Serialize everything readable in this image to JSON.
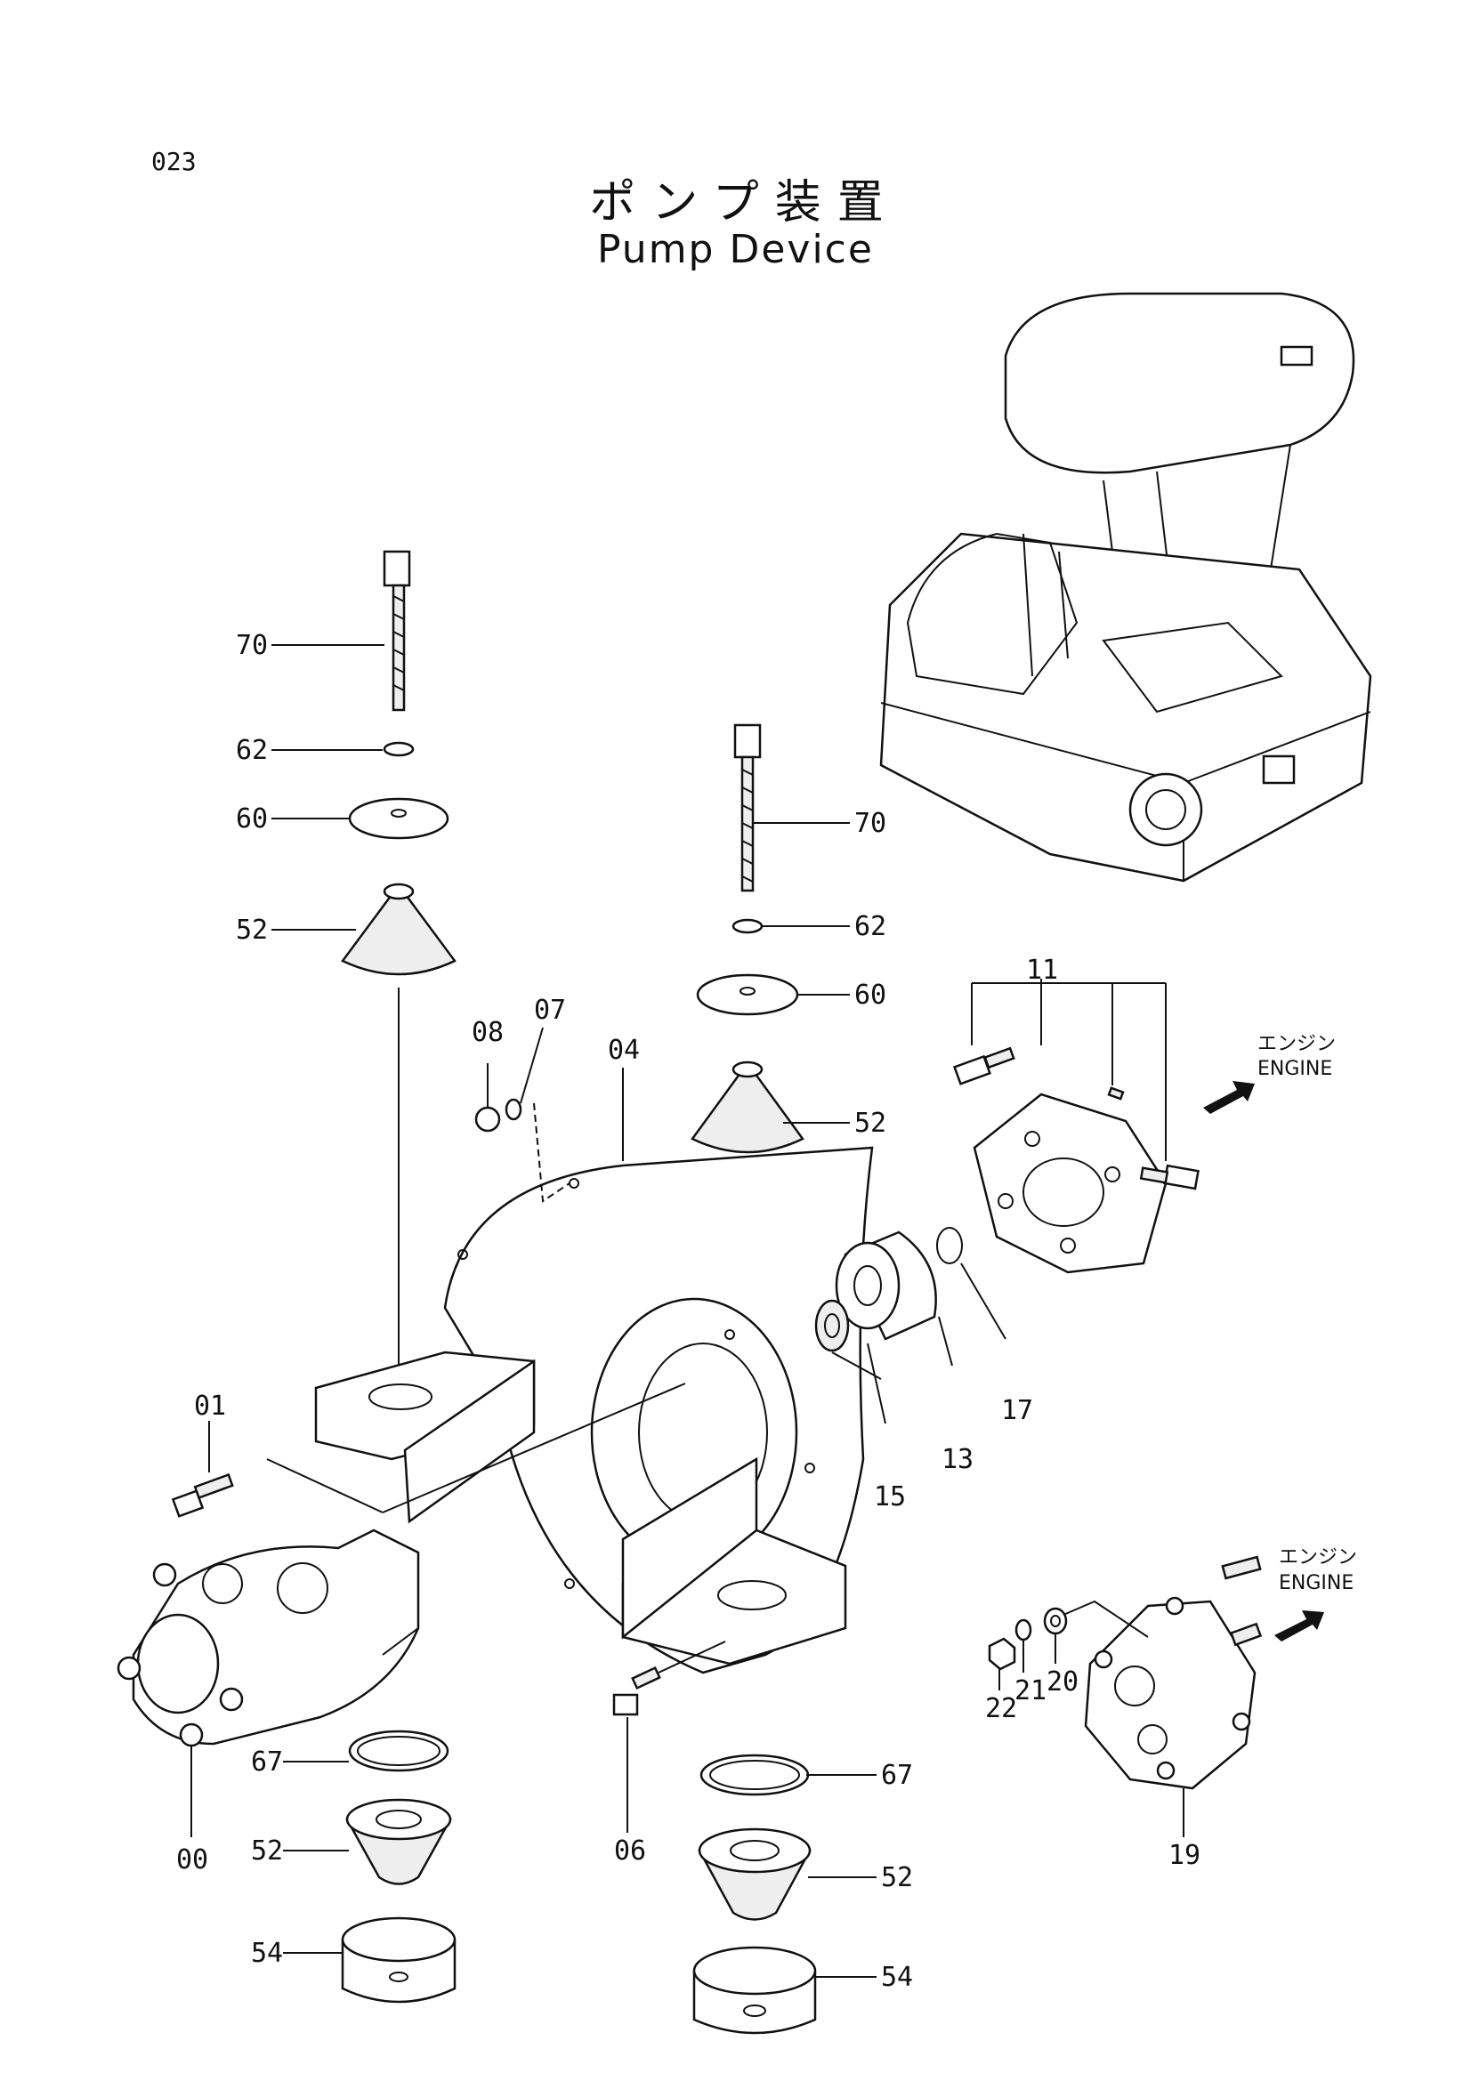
{
  "page": {
    "number": "023"
  },
  "title": {
    "ja": "ポンプ装置",
    "en": "Pump Device"
  },
  "direction_labels": [
    {
      "ja": "エンジン",
      "en": "ENGINE"
    },
    {
      "ja": "エンジン",
      "en": "ENGINE"
    }
  ],
  "callouts": {
    "c70a": "70",
    "c62a": "62",
    "c60a": "60",
    "c52a": "52",
    "c70b": "70",
    "c62b": "62",
    "c60b": "60",
    "c52b": "52",
    "c08": "08",
    "c07": "07",
    "c04": "04",
    "c11": "11",
    "c17": "17",
    "c13": "13",
    "c15": "15",
    "c01": "01",
    "c00": "00",
    "c67a": "67",
    "c52c": "52",
    "c54a": "54",
    "c06": "06",
    "c67b": "67",
    "c52d": "52",
    "c54b": "54",
    "c22": "22",
    "c21": "21",
    "c20": "20",
    "c19": "19"
  }
}
